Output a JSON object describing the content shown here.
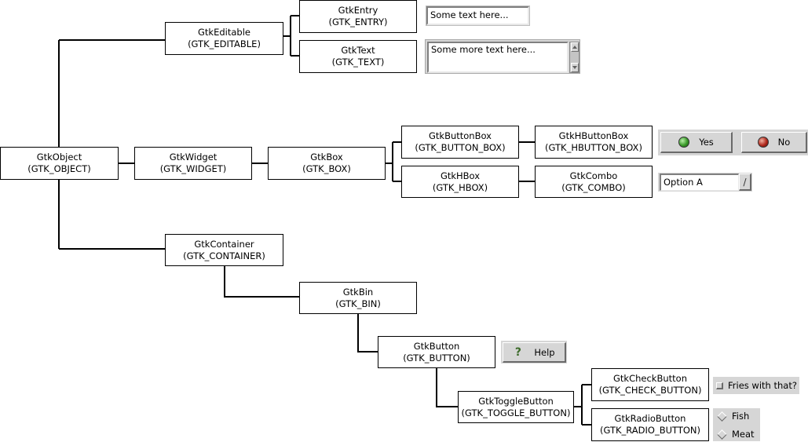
{
  "nodes": {
    "object": {
      "name": "GtkObject",
      "macro": "(GTK_OBJECT)"
    },
    "widget": {
      "name": "GtkWidget",
      "macro": "(GTK_WIDGET)"
    },
    "editable": {
      "name": "GtkEditable",
      "macro": "(GTK_EDITABLE)"
    },
    "entry": {
      "name": "GtkEntry",
      "macro": "(GTK_ENTRY)"
    },
    "text": {
      "name": "GtkText",
      "macro": "(GTK_TEXT)"
    },
    "box": {
      "name": "GtkBox",
      "macro": "(GTK_BOX)"
    },
    "buttonbox": {
      "name": "GtkButtonBox",
      "macro": "(GTK_BUTTON_BOX)"
    },
    "hbuttonbox": {
      "name": "GtkHButtonBox",
      "macro": "(GTK_HBUTTON_BOX)"
    },
    "hbox": {
      "name": "GtkHBox",
      "macro": "(GTK_HBOX)"
    },
    "combo": {
      "name": "GtkCombo",
      "macro": "(GTK_COMBO)"
    },
    "container": {
      "name": "GtkContainer",
      "macro": "(GTK_CONTAINER)"
    },
    "bin": {
      "name": "GtkBin",
      "macro": "(GTK_BIN)"
    },
    "button": {
      "name": "GtkButton",
      "macro": "(GTK_BUTTON)"
    },
    "togglebutton": {
      "name": "GtkToggleButton",
      "macro": "(GTK_TOGGLE_BUTTON)"
    },
    "checkbutton": {
      "name": "GtkCheckButton",
      "macro": "(GTK_CHECK_BUTTON)"
    },
    "radiobutton": {
      "name": "GtkRadioButton",
      "macro": "(GTK_RADIO_BUTTON)"
    }
  },
  "samples": {
    "entry_value": "Some text here...",
    "text_value": "Some more text here...",
    "yes_label": "Yes",
    "no_label": "No",
    "yes_color": "#3a9a2a",
    "no_color": "#b0281c",
    "combo_value": "Option A",
    "help_label": "Help",
    "check_label": "Fries with that?",
    "radio_options": [
      "Fish",
      "Meat"
    ]
  },
  "icons": {
    "combo_arrow": "/",
    "help": "?"
  },
  "colors": {
    "widget_bg": "#d6d6d6",
    "line": "#000000"
  }
}
